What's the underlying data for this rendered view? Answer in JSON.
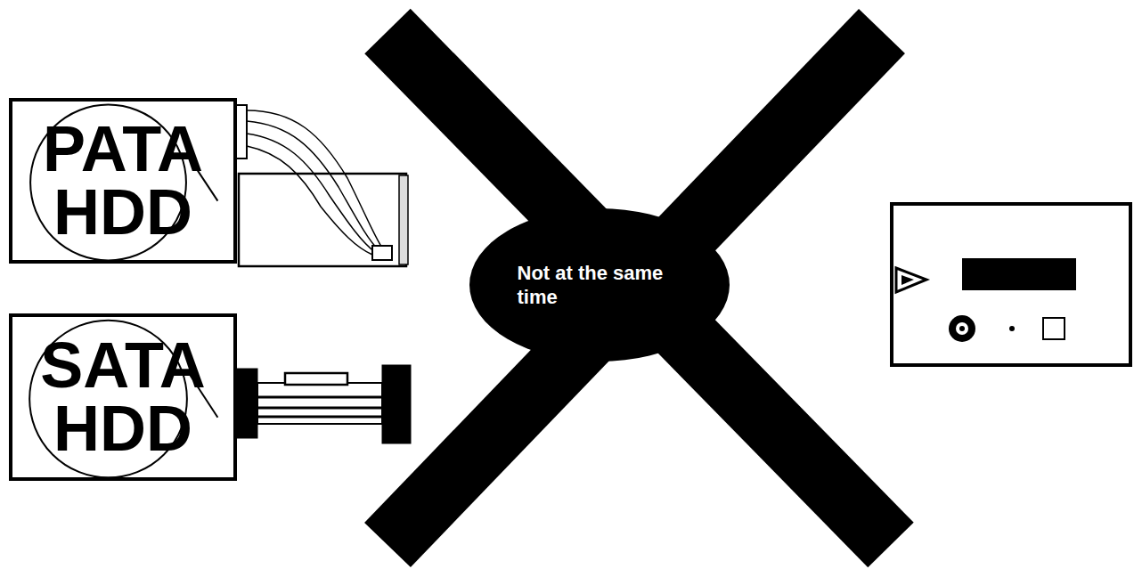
{
  "diagram": {
    "nodes": [
      {
        "text": [
          "PATA HDD"
        ]
      },
      {
        "text": [
          "SATA HDD"
        ]
      },
      {
        "text": [
          "Not at the same time"
        ]
      }
    ]
  }
}
